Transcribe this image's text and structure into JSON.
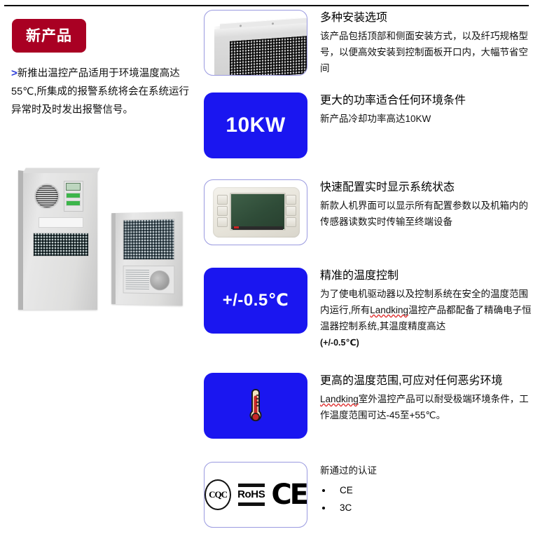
{
  "left": {
    "badge_label": "新产品",
    "intro_arrow": ">",
    "intro_text": "新推出温控产品适用于环境温度高达55℃,所集成的报警系统将会在系统运行异常时及时发出报警信号。",
    "product_photo_alt": "两台机柜空调机组"
  },
  "colors": {
    "badge_red": "#a90023",
    "icon_blue": "#1a16f0",
    "frame_lavender": "#9a9ae0",
    "arrow_blue": "#2a3ad8",
    "text_black": "#111111"
  },
  "features": [
    {
      "visual_type": "photo",
      "visual_name": "mount-options-photo",
      "title": "多种安装选项",
      "body": "该产品包括顶部和侧面安装方式，以及纤巧规格型号，以便高效安装到控制面板开口内，大幅节省空间"
    },
    {
      "visual_type": "badge",
      "visual_name": "power-10kw-badge",
      "badge_text": "10KW",
      "title": "更大的功率适合任何环境条件",
      "body": "新产品冷却功率高达10KW"
    },
    {
      "visual_type": "photo",
      "visual_name": "hmi-controller-photo",
      "title": "快速配置实时显示系统状态",
      "body": "新款人机界面可以显示所有配置参数以及机箱内的传感器读数实时传输至终端设备"
    },
    {
      "visual_type": "badge",
      "visual_name": "accuracy-badge",
      "badge_text": "+/-0.5℃",
      "title": "精准的温度控制",
      "body_1": "为了使电机驱动器以及控制系统在安全的温度范围内运行,所有",
      "body_misspelled": "Landking",
      "body_2": "温控产品都配备了精确电子恒温器控制系统,其温度精度高达",
      "body_emphasis": "(+/-0.5℃)"
    },
    {
      "visual_type": "badge",
      "visual_name": "temperature-range-badge",
      "badge_icon": "thermometer-icon",
      "title": "更高的温度范围,可应对任何恶劣环境",
      "body_misspelled": "Landking",
      "body_2": "室外温控产品可以耐受极端环境条件，工作温度范围可达-45至+55℃。"
    }
  ],
  "certifications": {
    "visual_name": "certification-logos",
    "logos": [
      {
        "name": "cqc-logo",
        "text": "CQC"
      },
      {
        "name": "rohs-logo",
        "text": "RoHS"
      },
      {
        "name": "ce-logo",
        "text": "CE"
      }
    ],
    "title": "新通过的认证",
    "items": [
      "CE",
      "3C"
    ]
  }
}
